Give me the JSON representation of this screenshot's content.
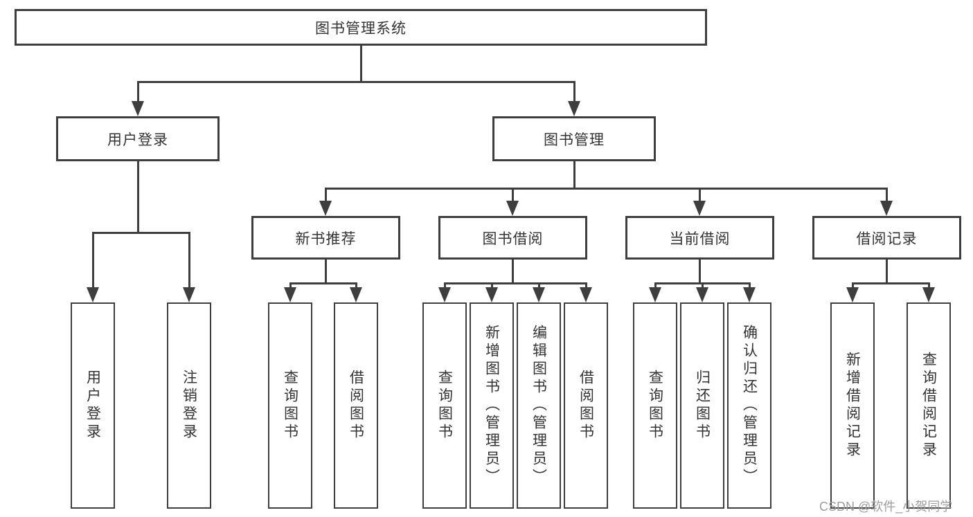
{
  "title": "图书管理系统",
  "branches": {
    "login": {
      "label": "用户登录",
      "children": [
        {
          "label": "用户登录"
        },
        {
          "label": "注销登录"
        }
      ]
    },
    "management": {
      "label": "图书管理",
      "groups": [
        {
          "label": "新书推荐",
          "children": [
            {
              "label": "查询图书"
            },
            {
              "label": "借阅图书"
            }
          ]
        },
        {
          "label": "图书借阅",
          "children": [
            {
              "label": "查询图书"
            },
            {
              "label": "新增图书（管理员）"
            },
            {
              "label": "编辑图书（管理员）"
            },
            {
              "label": "借阅图书"
            }
          ]
        },
        {
          "label": "当前借阅",
          "children": [
            {
              "label": "查询图书"
            },
            {
              "label": "归还图书"
            },
            {
              "label": "确认归还（管理员）"
            }
          ]
        },
        {
          "label": "借阅记录",
          "children": [
            {
              "label": "新增借阅记录"
            },
            {
              "label": "查询借阅记录"
            }
          ]
        }
      ]
    }
  },
  "watermark": "CSDN @软件_小贺同学",
  "colors": {
    "line": "#3e3e3e",
    "text": "#333333",
    "watermark": "#9c9c9c",
    "background": "#ffffff"
  }
}
